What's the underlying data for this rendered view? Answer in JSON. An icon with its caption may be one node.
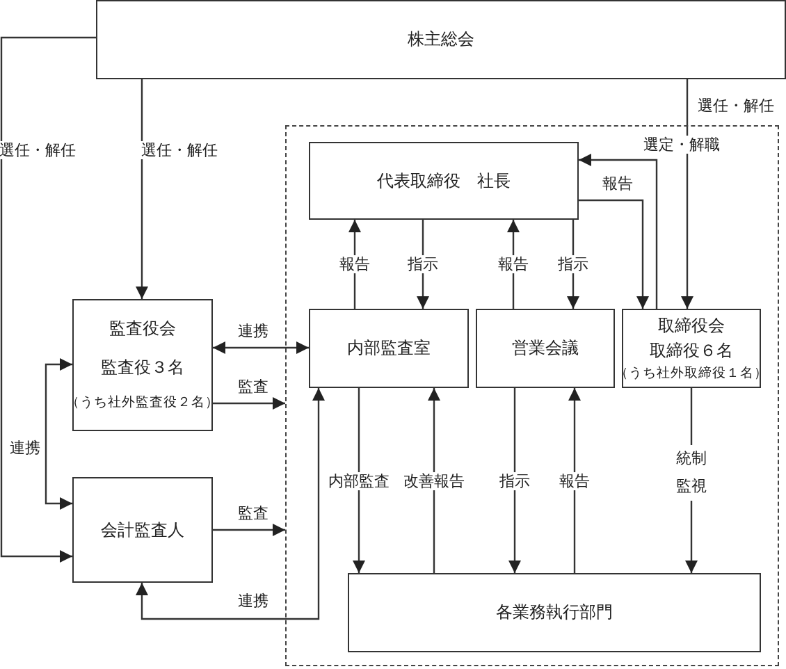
{
  "diagram": {
    "nodes": [
      {
        "text": [
          "株主総会"
        ]
      },
      {
        "text": [],
        "shape": "box"
      },
      {
        "text": [
          "代表取締役　社長"
        ],
        "in": 1
      },
      {
        "text": [
          "監査役会",
          "監査役３名",
          "（うち社外監査役２名）"
        ]
      },
      {
        "text": [
          "内部監査室"
        ],
        "in": 1
      },
      {
        "text": [
          "営業会議"
        ],
        "in": 1
      },
      {
        "text": [
          "取締役会",
          "取締役６名",
          "（うち社外取締役１名）"
        ],
        "in": 1
      },
      {
        "text": [
          "会計監査人"
        ]
      },
      {
        "text": [
          "各業務執行部門"
        ],
        "in": 1
      }
    ],
    "edges": [
      {
        "from": 0,
        "to": 3,
        "arrow": "to",
        "label": "選任・解任"
      },
      {
        "from": 0,
        "to": 7,
        "arrow": "to",
        "label": "選任・解任"
      },
      {
        "from": 0,
        "to": 6,
        "arrow": "to",
        "label": "選任・解任"
      },
      {
        "from": 6,
        "to": 2,
        "arrow": "to",
        "label": "選定・解職"
      },
      {
        "from": 2,
        "to": 6,
        "arrow": "to",
        "label": "報告"
      },
      {
        "from": 4,
        "to": 2,
        "arrow": "to",
        "label": "報告"
      },
      {
        "from": 2,
        "to": 4,
        "arrow": "to",
        "label": "指示"
      },
      {
        "from": 5,
        "to": 2,
        "arrow": "to",
        "label": "報告"
      },
      {
        "from": 2,
        "to": 5,
        "arrow": "to",
        "label": "指示"
      },
      {
        "from": 3,
        "to": 4,
        "arrow": "both",
        "label": "連携"
      },
      {
        "from": 3,
        "to": 1,
        "arrow": "to",
        "label": "監査"
      },
      {
        "from": 7,
        "to": 1,
        "arrow": "to",
        "label": "監査"
      },
      {
        "from": 3,
        "to": 7,
        "arrow": "both",
        "label": "連携"
      },
      {
        "from": 7,
        "to": 4,
        "arrow": "both",
        "label": "連携"
      },
      {
        "from": 4,
        "to": 8,
        "arrow": "to",
        "label": "内部監査"
      },
      {
        "from": 8,
        "to": 4,
        "arrow": "to",
        "label": "改善報告"
      },
      {
        "from": 5,
        "to": 8,
        "arrow": "to",
        "label": "指示"
      },
      {
        "from": 8,
        "to": 5,
        "arrow": "to",
        "label": "報告"
      },
      {
        "from": 6,
        "to": 8,
        "arrow": "to",
        "label": "統制監視"
      }
    ]
  }
}
